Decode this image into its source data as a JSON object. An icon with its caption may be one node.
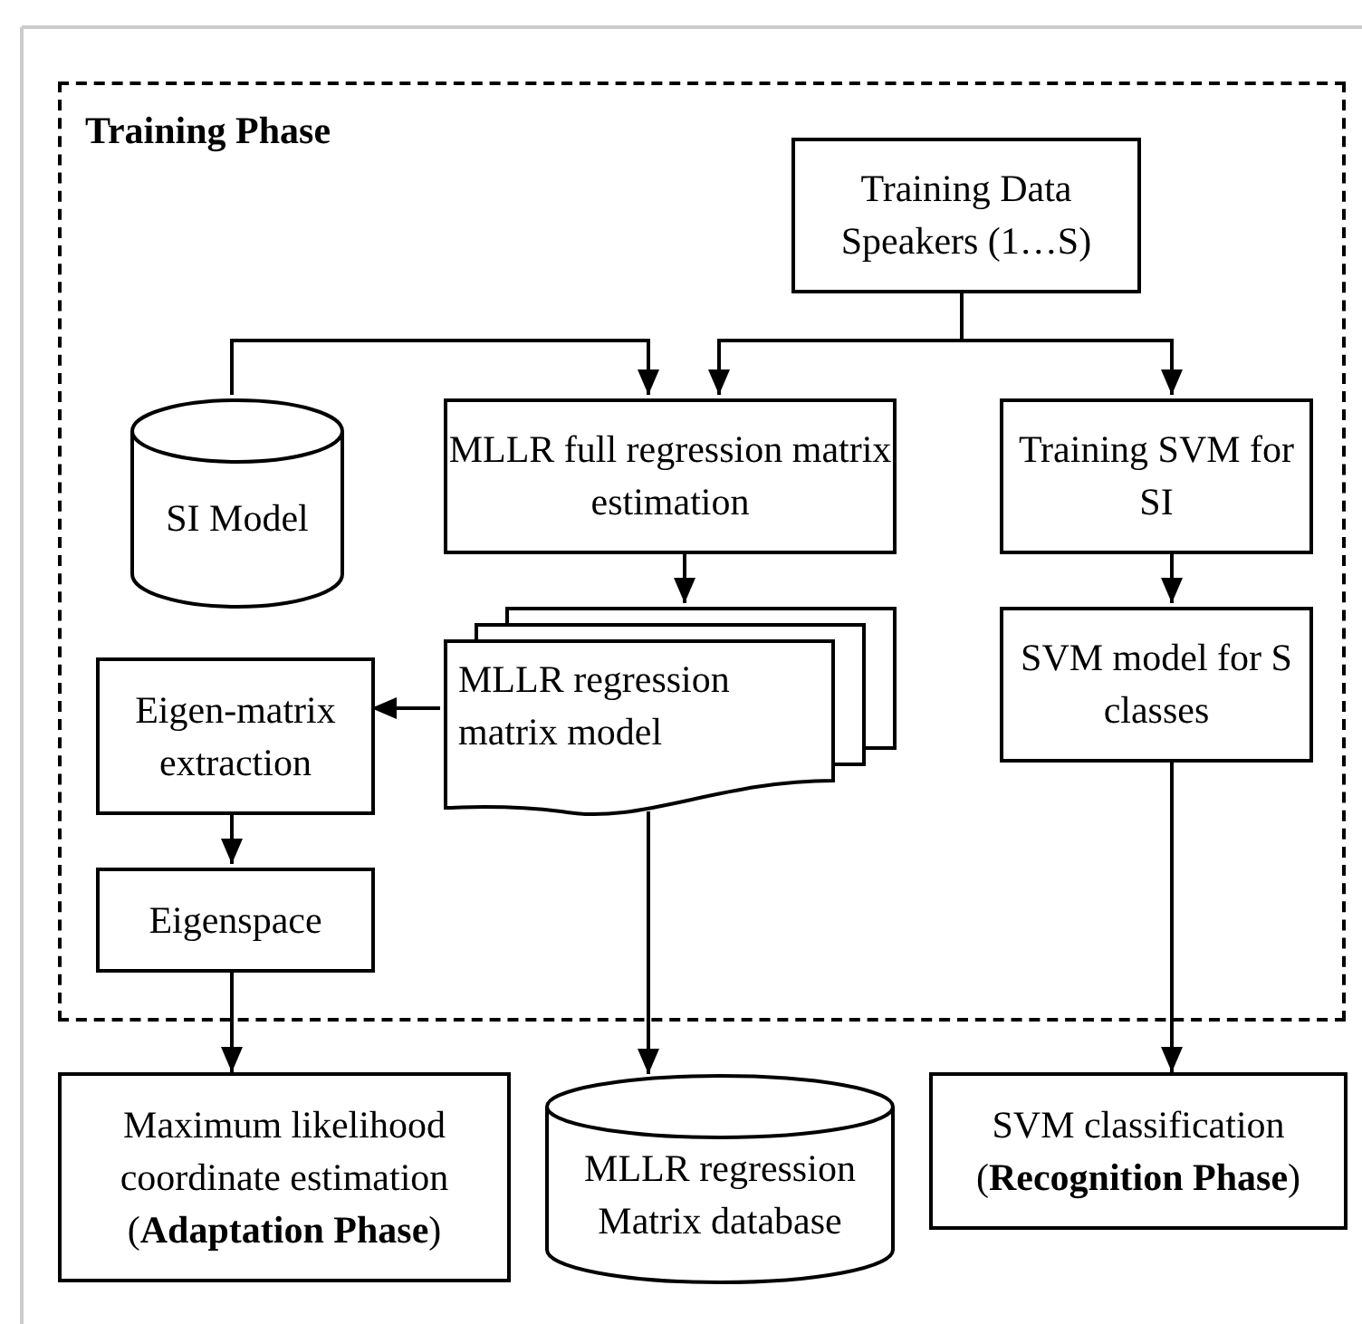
{
  "diagram": {
    "nodes": [
      {
        "text": [
          "Training Phase"
        ]
      },
      {
        "text": [
          "Training Data Speakers (1…S)"
        ],
        "in": 0
      },
      {
        "text": [
          "SI Model"
        ],
        "in": 0
      },
      {
        "text": [
          "MLLR full regression matrix estimation"
        ],
        "in": 0
      },
      {
        "text": [
          "Training SVM for SI"
        ],
        "in": 0
      },
      {
        "text": [
          "MLLR regression matrix model"
        ],
        "in": 0
      },
      {
        "text": [
          "SVM model for S classes"
        ],
        "in": 0
      },
      {
        "text": [
          "Eigen-matrix extraction"
        ],
        "in": 0
      },
      {
        "text": [
          "Eigenspace"
        ],
        "in": 0
      },
      {
        "text": [
          "Maximum likelihood coordinate estimation (**Adaptation Phase**)"
        ]
      },
      {
        "text": [
          "MLLR regression Matrix database"
        ]
      },
      {
        "text": [
          "SVM classification (**Recognition Phase**)"
        ]
      }
    ],
    "edges": [
      {
        "from": 1,
        "to": 3,
        "arrow": "to"
      },
      {
        "from": 1,
        "to": 4,
        "arrow": "to"
      },
      {
        "from": 2,
        "to": 3,
        "arrow": "to"
      },
      {
        "from": 3,
        "to": 5,
        "arrow": "to"
      },
      {
        "from": 4,
        "to": 6,
        "arrow": "to"
      },
      {
        "from": 5,
        "to": 7,
        "arrow": "to"
      },
      {
        "from": 7,
        "to": 8,
        "arrow": "to"
      },
      {
        "from": 8,
        "to": 9,
        "arrow": "to"
      },
      {
        "from": 5,
        "to": 10,
        "arrow": "to"
      },
      {
        "from": 6,
        "to": 11,
        "arrow": "to"
      }
    ]
  }
}
